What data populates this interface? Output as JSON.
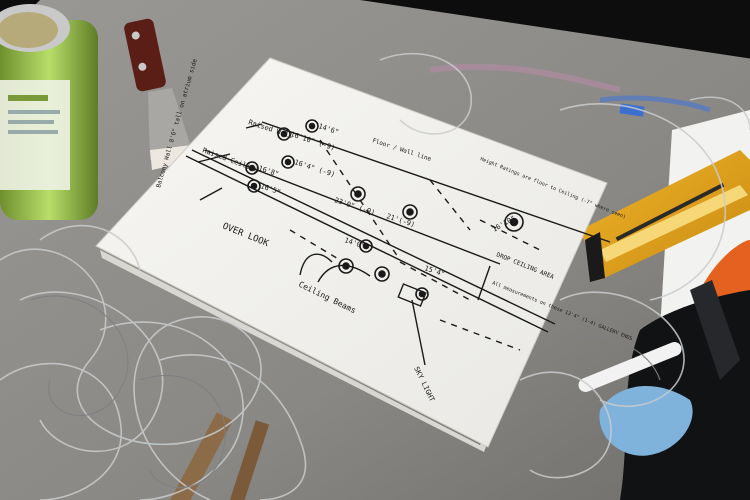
{
  "photo": {
    "colors": {
      "background": "#0d0d0e",
      "workbench": "#8e8c89",
      "paper": "#f4f3f0",
      "ink": "#1a1a1a",
      "tape_yellow": "#e8a81a",
      "scissors_orange": "#e4611f",
      "glove_blue": "#7fb3dc",
      "can_green": "#9ccc4a",
      "wire": "#c9ccce"
    },
    "sketch": {
      "labels": {
        "raised_wall": "Raised Wall",
        "raised_ceiling": "Raised Ceiling",
        "floor_wall_line": "Floor / Wall line",
        "height_note": "Height Ratings are floor to Ceiling (-7\" where seen)",
        "balcony_wall": "Balcony Wall 8'6\" tall on atrium side",
        "over_look": "OVER LOOK",
        "ceiling_beams": "Ceiling Beams",
        "drop_ceiling": "DROP CEILING AREA",
        "measurements_note": "All measurements on these 13'4\" (1-4) GALLERY ENDS",
        "sky_light": "SKY LIGHT"
      },
      "fixtures": [
        {
          "label": "14'6\""
        },
        {
          "label": "16'10\" (-9)"
        },
        {
          "label": "16'4\" (-9)"
        },
        {
          "label": "16'8\""
        },
        {
          "label": "16'5\""
        },
        {
          "label": "23'0\" (-9)"
        },
        {
          "label": "21'(-9)"
        },
        {
          "label": "16'10\""
        },
        {
          "label": "14'0\""
        },
        {
          "label": "15'4\""
        }
      ]
    }
  }
}
